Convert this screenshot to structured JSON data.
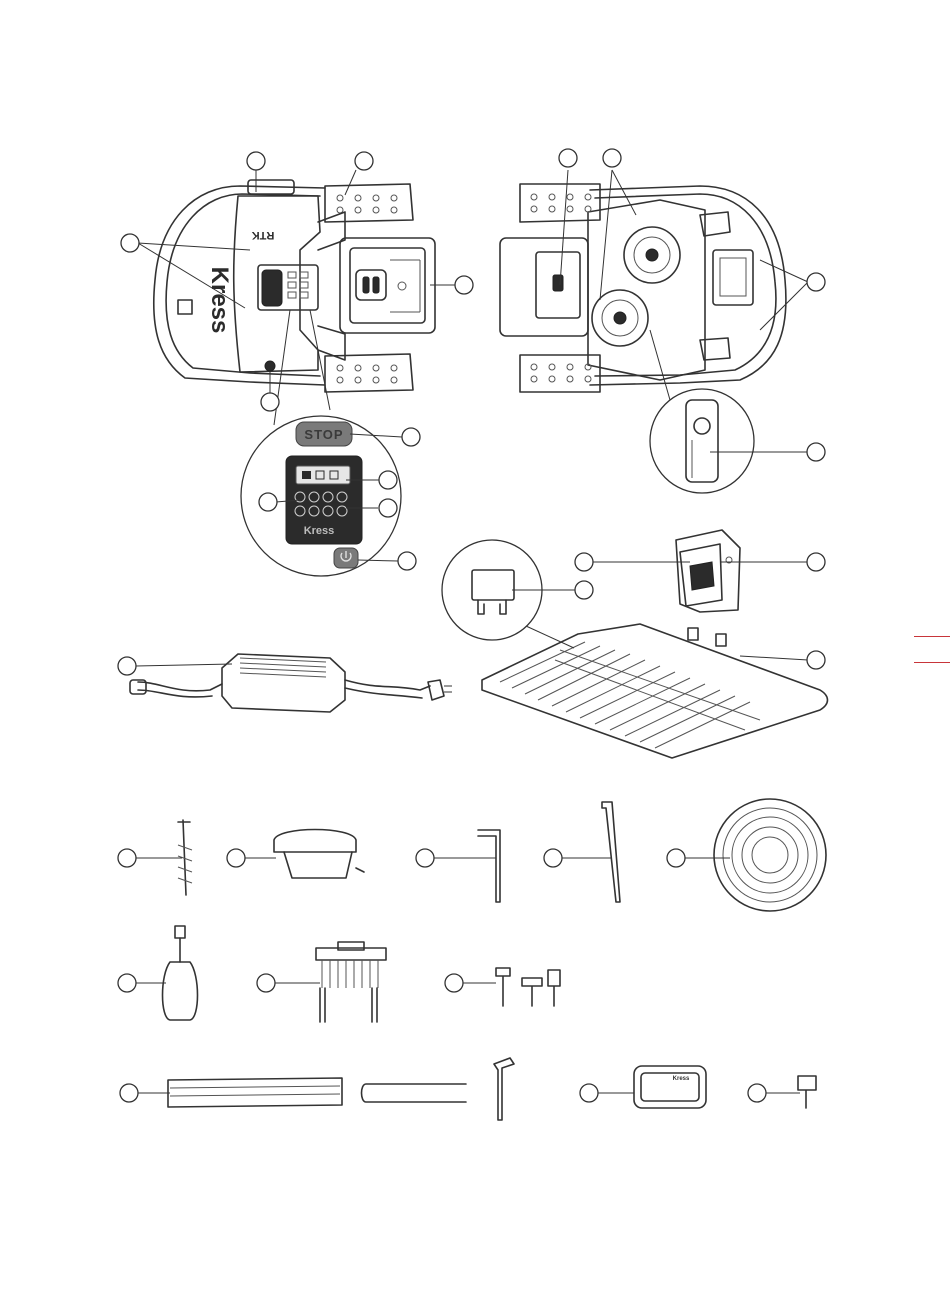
{
  "labels": {
    "mower_top": "Kress",
    "mower_sub": "RTKⁿ",
    "top_brand": "RTK",
    "panel_brand": "Kress",
    "stop_button": "STOP",
    "charger_brand": "Kress"
  },
  "colors": {
    "accent": "#c8353a",
    "line": "#333333",
    "dark": "#2b2b2b"
  },
  "icons": [
    "power-icon",
    "home-icon",
    "play-icon",
    "settings-icon"
  ]
}
